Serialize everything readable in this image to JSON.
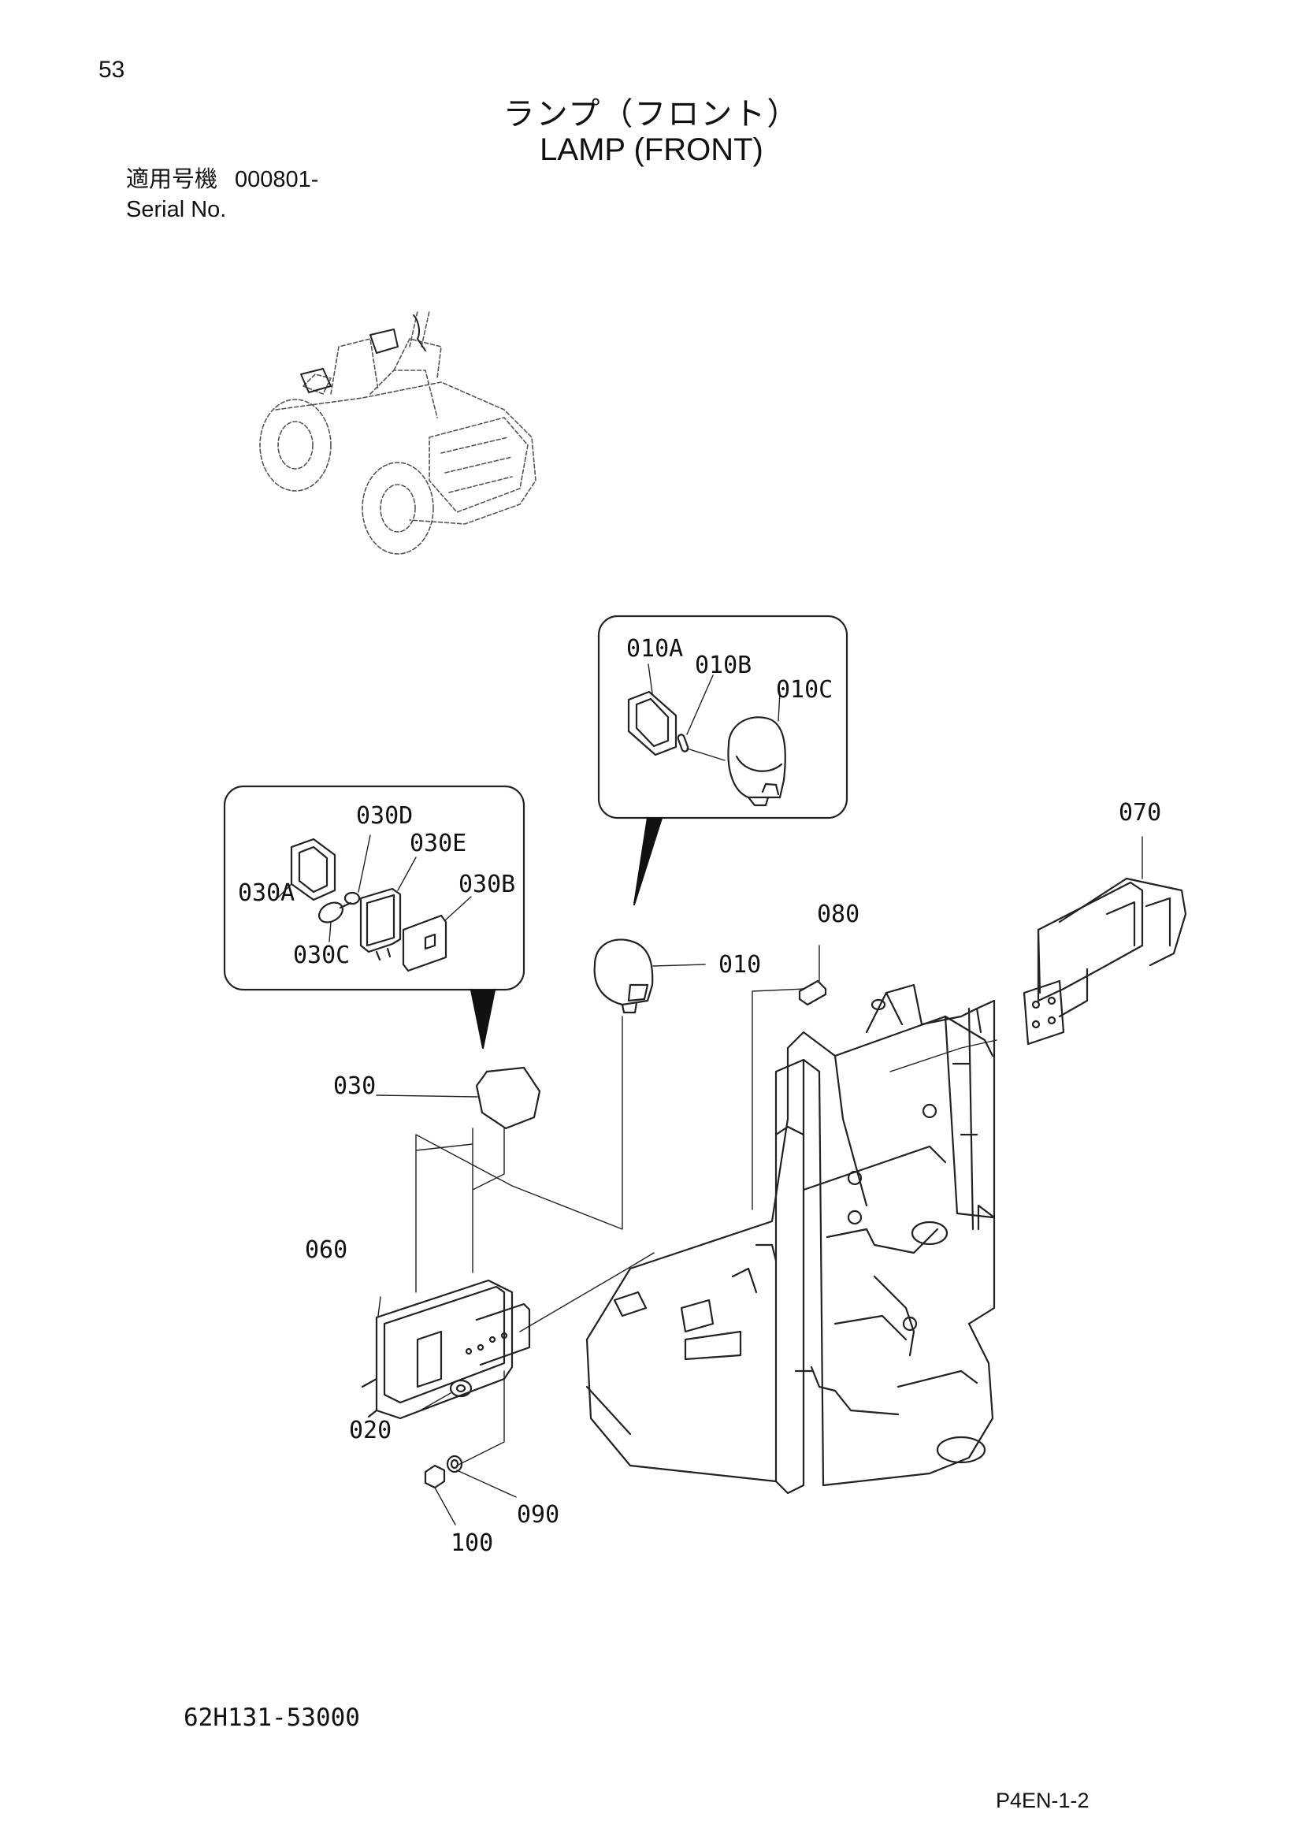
{
  "page_number": "53",
  "title": {
    "japanese": "ランプ（フロント）",
    "english": "LAMP (FRONT)"
  },
  "serial": {
    "label_jp": "適用号機",
    "value": "000801-",
    "label_en": "Serial No."
  },
  "callouts": {
    "c010A": "010A",
    "c010B": "010B",
    "c010C": "010C",
    "c030D": "030D",
    "c030E": "030E",
    "c030B": "030B",
    "c030A": "030A",
    "c030C": "030C",
    "c070": "070",
    "c080": "080",
    "c010": "010",
    "c030": "030",
    "c060": "060",
    "c020": "020",
    "c090": "090",
    "c100": "100"
  },
  "part_code": "62H131-53000",
  "page_ref": "P4EN-1-2"
}
